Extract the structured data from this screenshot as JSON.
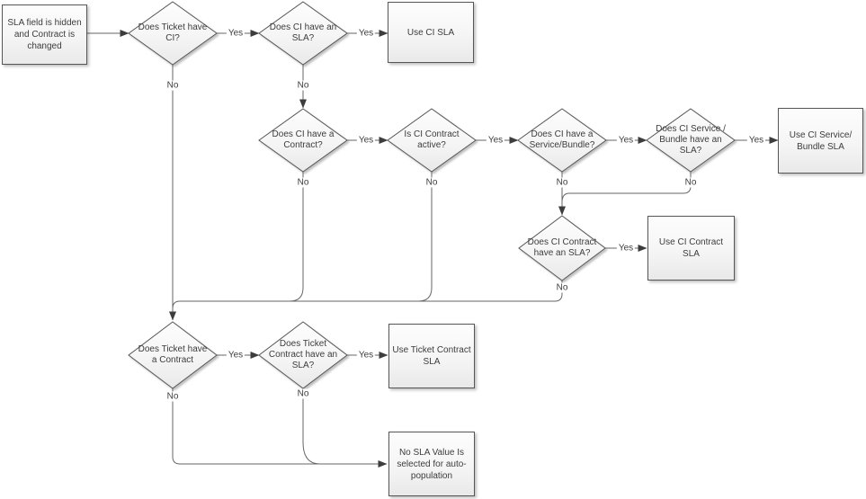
{
  "colors": {
    "background": "#ffffff",
    "node_border": "#565656",
    "node_fill_top": "#fdfdfd",
    "node_fill_bottom": "#e9e9e9",
    "connector": "#666666",
    "arrow": "#3d3d3d",
    "text": "#3c3c3c"
  },
  "nodes": {
    "start": {
      "shape": "process",
      "label": "SLA field is hidden\nand Contract is\nchanged"
    },
    "ticket_has_ci": {
      "shape": "decision",
      "label": "Does Ticket have\nCI?"
    },
    "ci_has_sla": {
      "shape": "decision",
      "label": "Does CI have an\nSLA?"
    },
    "use_ci_sla": {
      "shape": "process",
      "label": "Use CI SLA"
    },
    "ci_has_contract": {
      "shape": "decision",
      "label": "Does CI have a\nContract?"
    },
    "ci_contract_active": {
      "shape": "decision",
      "label": "Is CI Contract\nactive?"
    },
    "ci_has_service_bundle": {
      "shape": "decision",
      "label": "Does CI have a\nService/Bundle?"
    },
    "ci_service_bundle_has_sla": {
      "shape": "decision",
      "label": "Does CI Service /\nBundle have an\nSLA?"
    },
    "use_ci_service_bundle_sla": {
      "shape": "process",
      "label": "Use CI Service/\nBundle SLA"
    },
    "ci_contract_has_sla": {
      "shape": "decision",
      "label": "Does CI Contract\nhave an SLA?"
    },
    "use_ci_contract_sla": {
      "shape": "process",
      "label": "Use CI Contract SLA"
    },
    "ticket_has_contract": {
      "shape": "decision",
      "label": "Does Ticket have\na Contract"
    },
    "ticket_contract_has_sla": {
      "shape": "decision",
      "label": "Does Ticket\nContract have an\nSLA?"
    },
    "use_ticket_contract_sla": {
      "shape": "process",
      "label": "Use Ticket Contract\nSLA"
    },
    "no_sla_value": {
      "shape": "process",
      "label": "No SLA Value Is\nselected for auto-\npopulation"
    }
  },
  "edge_labels": {
    "ticket_has_ci_yes": "Yes",
    "ticket_has_ci_no": "No",
    "ci_has_sla_yes": "Yes",
    "ci_has_sla_no": "No",
    "ci_has_contract_yes": "Yes",
    "ci_has_contract_no": "No",
    "ci_contract_active_yes": "Yes",
    "ci_contract_active_no": "No",
    "ci_has_service_bundle_yes": "Yes",
    "ci_has_service_bundle_no": "No",
    "ci_service_bundle_has_sla_yes": "Yes",
    "ci_service_bundle_has_sla_no": "No",
    "ci_contract_has_sla_yes": "Yes",
    "ci_contract_has_sla_no": "No",
    "ticket_has_contract_yes": "Yes",
    "ticket_has_contract_no": "No",
    "ticket_contract_has_sla_yes": "Yes",
    "ticket_contract_has_sla_no": "No"
  }
}
